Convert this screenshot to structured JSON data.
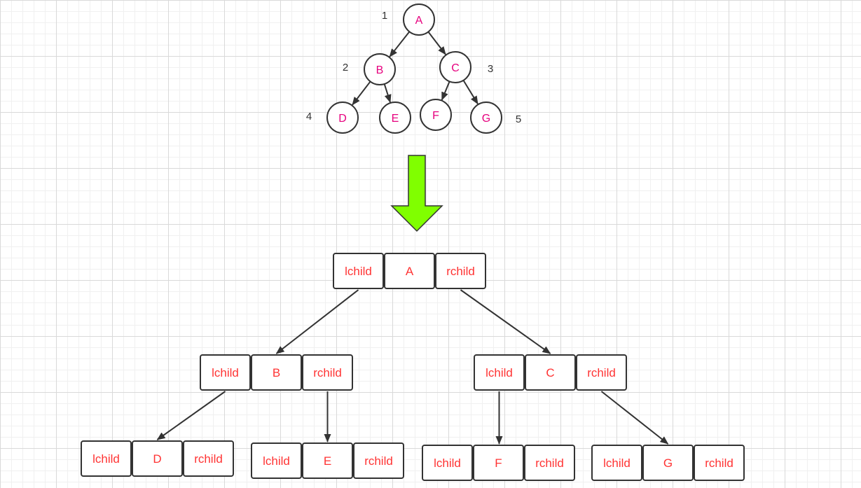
{
  "colors": {
    "tree_label": "#e6007e",
    "struct_label": "#ff3333",
    "stroke": "#333333",
    "number": "#333333",
    "arrow_fill": "#80ff00"
  },
  "tree": {
    "nodes": [
      {
        "id": "A",
        "label": "A"
      },
      {
        "id": "B",
        "label": "B"
      },
      {
        "id": "C",
        "label": "C"
      },
      {
        "id": "D",
        "label": "D"
      },
      {
        "id": "E",
        "label": "E"
      },
      {
        "id": "F",
        "label": "F"
      },
      {
        "id": "G",
        "label": "G"
      }
    ],
    "edges": [
      {
        "from": "A",
        "to": "B"
      },
      {
        "from": "A",
        "to": "C"
      },
      {
        "from": "B",
        "to": "D"
      },
      {
        "from": "B",
        "to": "E"
      },
      {
        "from": "C",
        "to": "F"
      },
      {
        "from": "C",
        "to": "G"
      }
    ],
    "numbers": [
      {
        "id": "n1",
        "text": "1"
      },
      {
        "id": "n2",
        "text": "2"
      },
      {
        "id": "n3",
        "text": "3"
      },
      {
        "id": "n4",
        "text": "4"
      },
      {
        "id": "n5",
        "text": "5"
      }
    ]
  },
  "structure": {
    "left_label": "lchild",
    "right_label": "rchild",
    "nodes": [
      {
        "id": "A",
        "data": "A"
      },
      {
        "id": "B",
        "data": "B"
      },
      {
        "id": "C",
        "data": "C"
      },
      {
        "id": "D",
        "data": "D"
      },
      {
        "id": "E",
        "data": "E"
      },
      {
        "id": "F",
        "data": "F"
      },
      {
        "id": "G",
        "data": "G"
      }
    ],
    "links": [
      {
        "from": "A",
        "side": "left",
        "to": "B"
      },
      {
        "from": "A",
        "side": "right",
        "to": "C"
      },
      {
        "from": "B",
        "side": "left",
        "to": "D"
      },
      {
        "from": "B",
        "side": "right",
        "to": "E"
      },
      {
        "from": "C",
        "side": "left",
        "to": "F"
      },
      {
        "from": "C",
        "side": "right",
        "to": "G"
      }
    ]
  }
}
